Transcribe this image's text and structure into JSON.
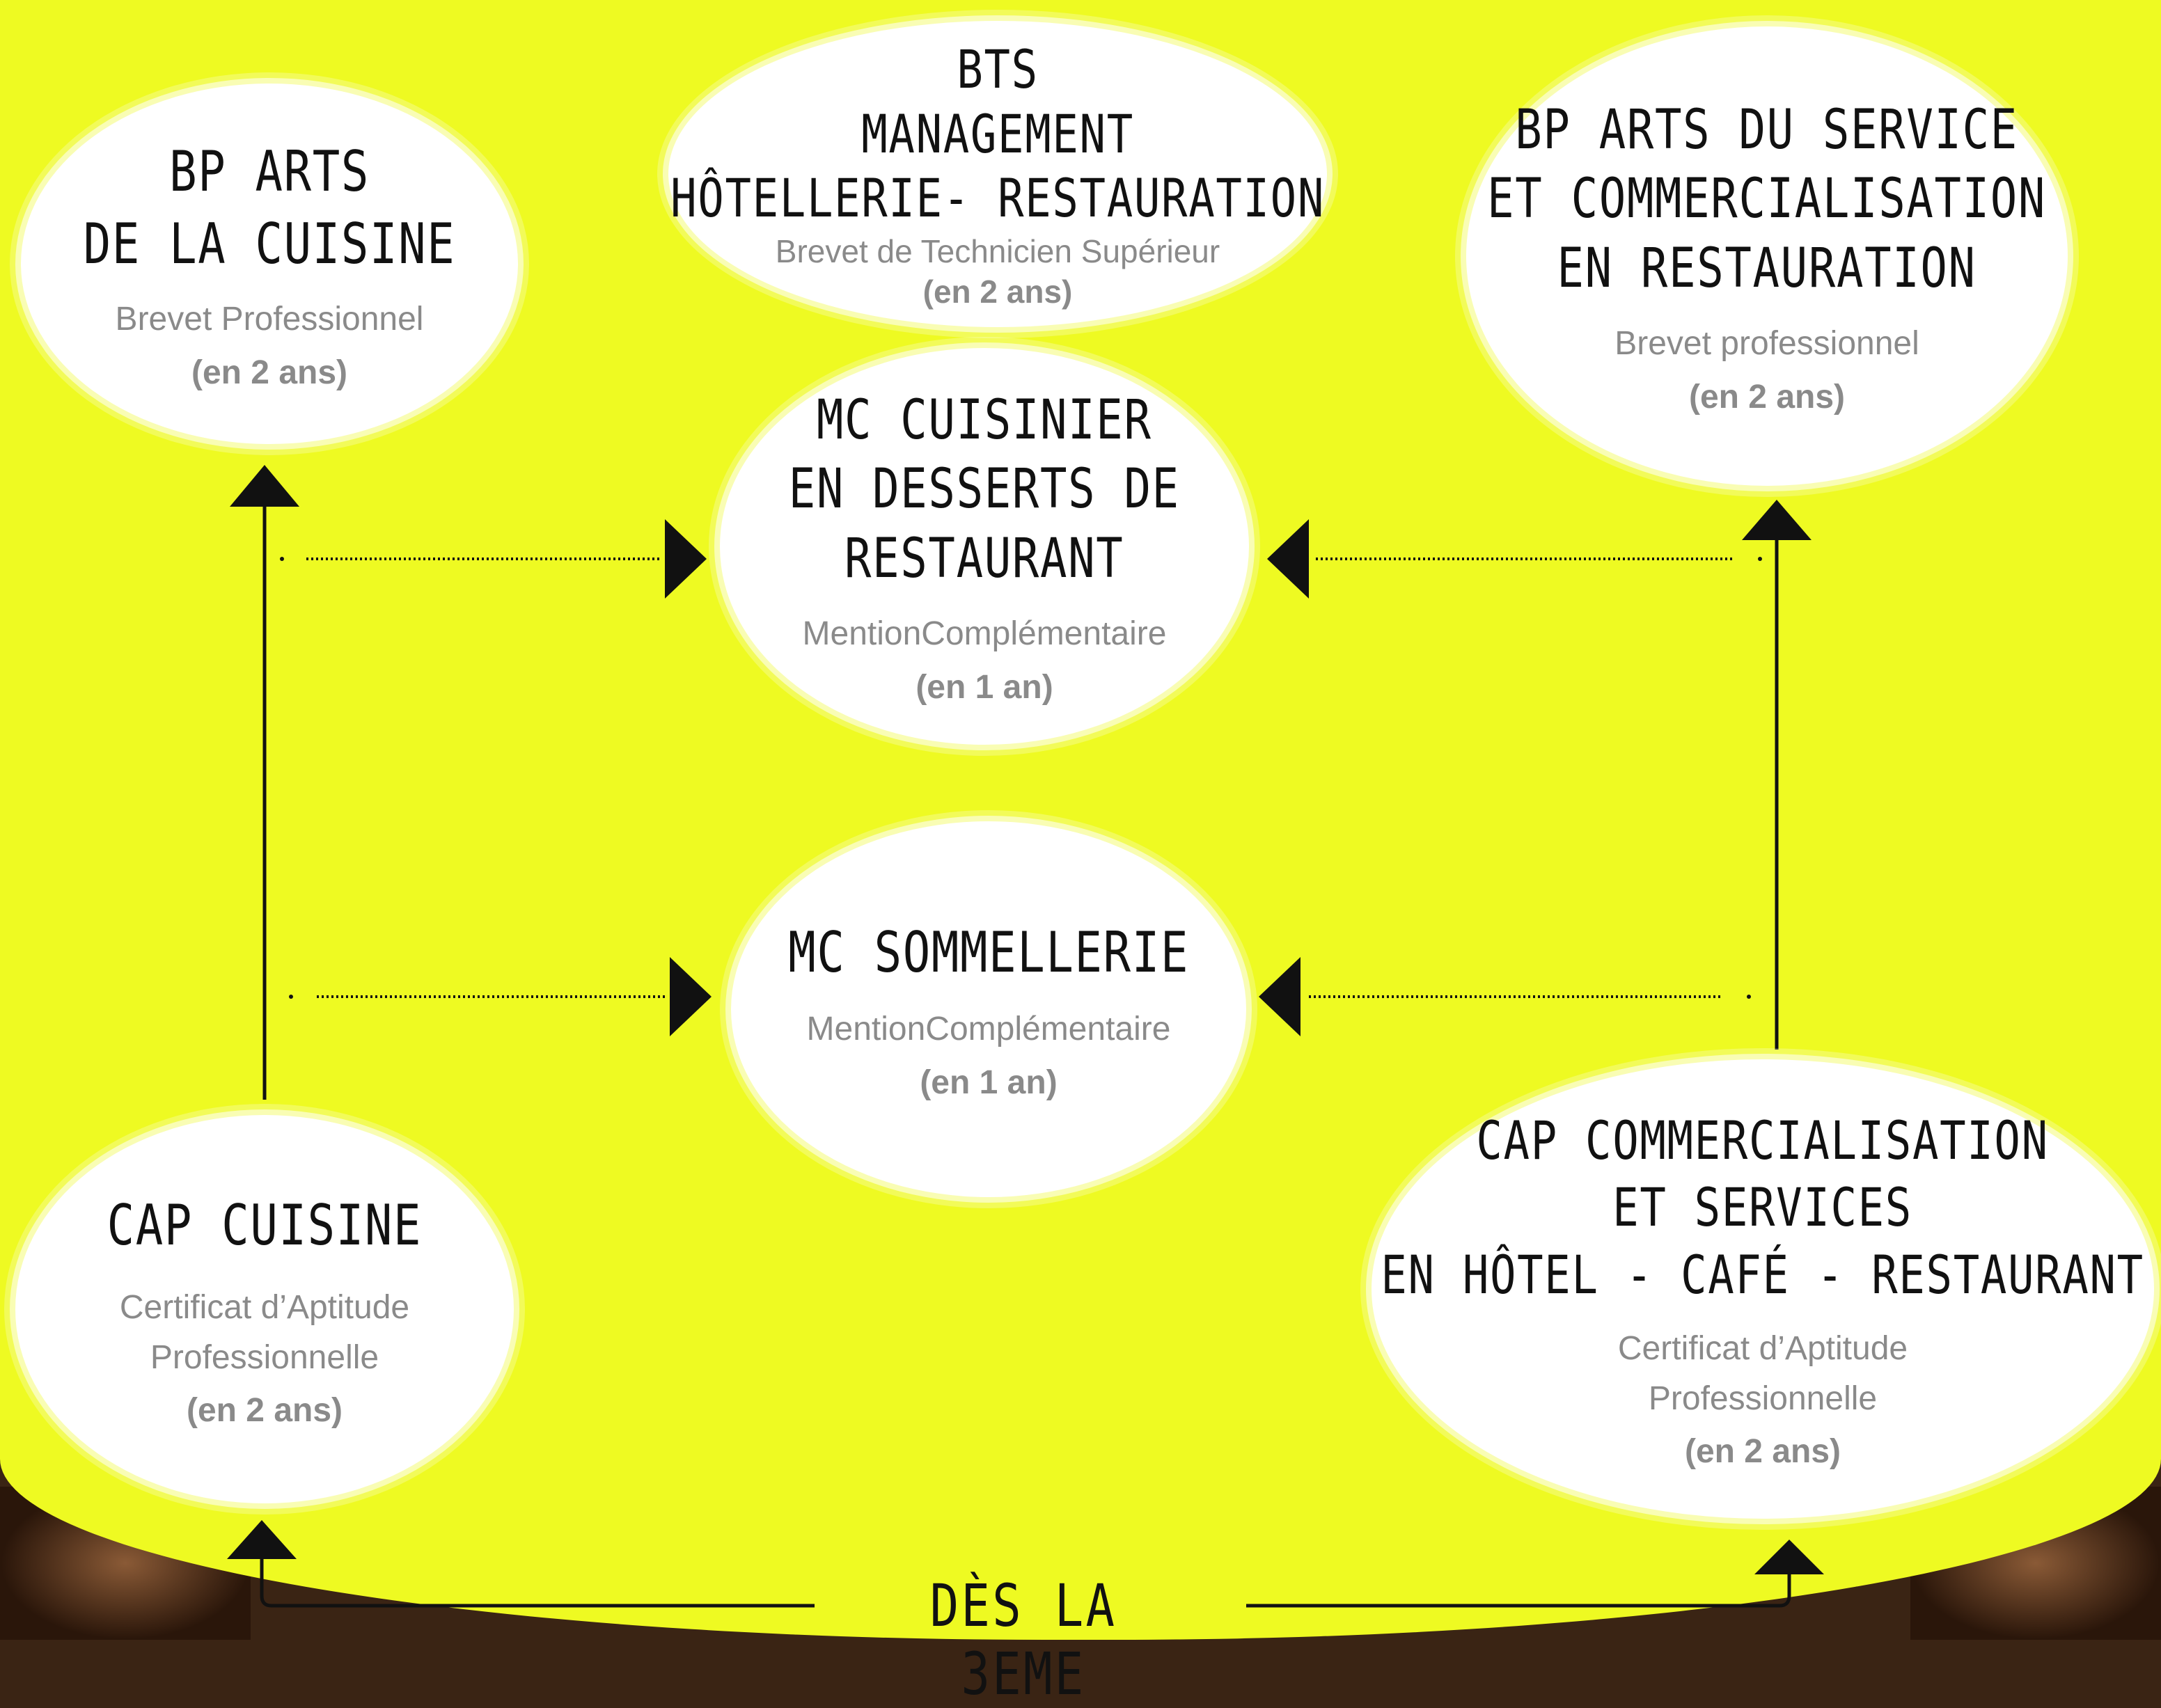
{
  "nodes": {
    "bp_cuisine": {
      "title": [
        "BP ARTS",
        "DE LA CUISINE"
      ],
      "subtitle": "Brevet  Professionnel",
      "duration": "(en 2 ans)"
    },
    "bts": {
      "title": [
        "BTS",
        "MANAGEMENT",
        "HÔTELLERIE- RESTAURATION"
      ],
      "subtitle": "Brevet de Technicien Supérieur",
      "duration": "(en 2 ans)"
    },
    "bp_service": {
      "title": [
        "BP ARTS DU SERVICE",
        "ET COMMERCIALISATION",
        "EN RESTAURATION"
      ],
      "subtitle": "Brevet  professionnel",
      "duration": "(en 2 ans)"
    },
    "mc_desserts": {
      "title": [
        "MC CUISINIER",
        "EN DESSERTS DE",
        "RESTAURANT"
      ],
      "subtitle": "MentionComplémentaire",
      "duration": "(en 1 an)"
    },
    "mc_sommellerie": {
      "title": [
        "MC SOMMELLERIE"
      ],
      "subtitle": "MentionComplémentaire",
      "duration": "(en 1 an)"
    },
    "cap_cuisine": {
      "title": [
        "CAP CUISINE"
      ],
      "subtitle": [
        "Certificat d’Aptitude",
        "Professionnelle"
      ],
      "duration": "(en 2 ans)"
    },
    "cap_commercialisation": {
      "title": [
        "CAP COMMERCIALISATION",
        "ET SERVICES",
        "EN HÔTEL - CAFÉ - RESTAURANT"
      ],
      "subtitle": [
        "Certificat d’Aptitude",
        "Professionnelle"
      ],
      "duration": "(en 2 ans)"
    }
  },
  "bottom_label": "DÈS LA 3EME",
  "colors": {
    "background": "#eefa22",
    "node": "#ffffff",
    "title_text": "#111111",
    "subtitle_text": "#8a8a8a",
    "connector": "#111111"
  }
}
